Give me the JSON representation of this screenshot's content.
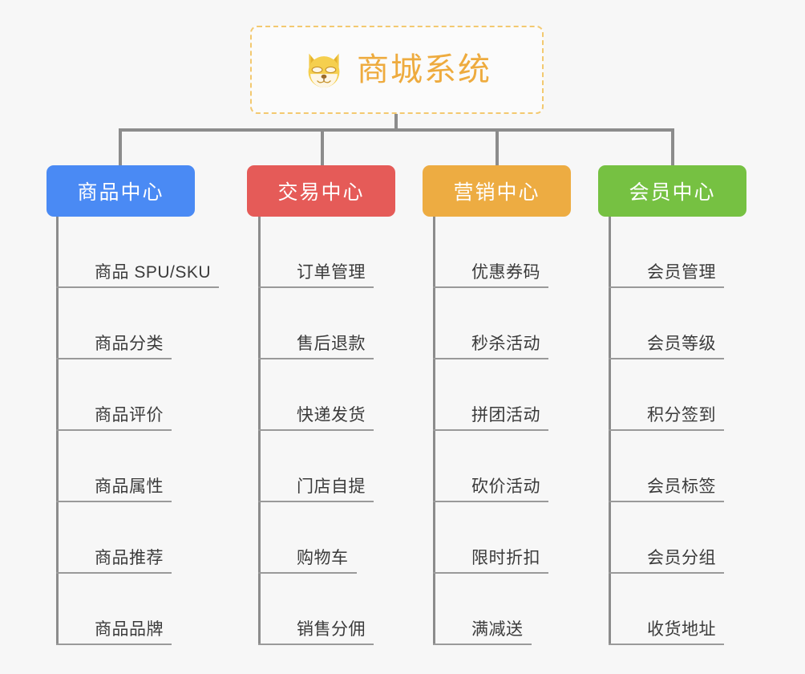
{
  "diagram": {
    "type": "mind-map",
    "background_color": "#f7f7f7",
    "connector_color": "#8c8c8c"
  },
  "root": {
    "title": "商城系统",
    "icon": "shiba-dog-face-emoji",
    "border_color": "#f3c970",
    "text_color": "#eeab3e"
  },
  "branches": [
    {
      "label": "商品中心",
      "color": "#4a8af4",
      "items": [
        "商品 SPU/SKU",
        "商品分类",
        "商品评价",
        "商品属性",
        "商品推荐",
        "商品品牌"
      ]
    },
    {
      "label": "交易中心",
      "color": "#e55b58",
      "items": [
        "订单管理",
        "售后退款",
        "快递发货",
        "门店自提",
        "购物车",
        "销售分佣"
      ]
    },
    {
      "label": "营销中心",
      "color": "#edac42",
      "items": [
        "优惠券码",
        "秒杀活动",
        "拼团活动",
        "砍价活动",
        "限时折扣",
        "满减送"
      ]
    },
    {
      "label": "会员中心",
      "color": "#76c142",
      "items": [
        "会员管理",
        "会员等级",
        "积分签到",
        "会员标签",
        "会员分组",
        "收货地址"
      ]
    }
  ]
}
